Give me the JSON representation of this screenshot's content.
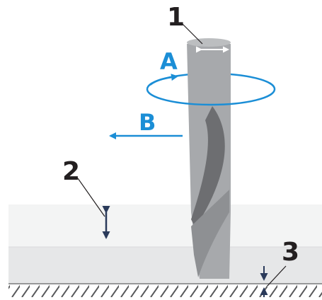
{
  "labels": {
    "one": "1",
    "two": "2",
    "three": "3",
    "a": "A",
    "b": "B"
  },
  "colors": {
    "accent_blue": "#1b8ed6",
    "label_dark": "#231f20",
    "arrow_navy": "#2a3a5a",
    "tool_light": "#a7a9ac",
    "tool_dark": "#6d6e71",
    "stock_upper": "#f3f4f4",
    "stock_lower": "#e6e7e8",
    "hatch": "#58595b"
  }
}
